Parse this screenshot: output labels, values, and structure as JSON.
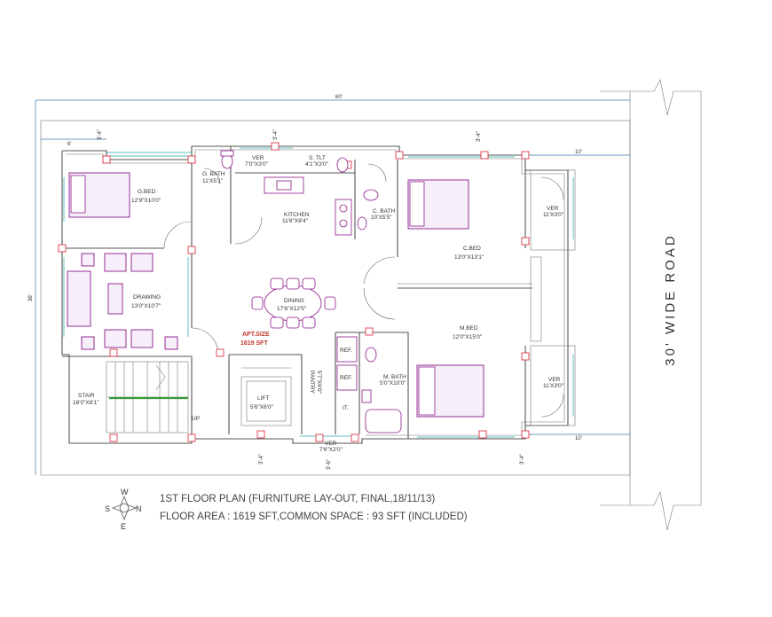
{
  "road_label": "30' WIDE ROAD",
  "dimensions": {
    "overall_width": "60'",
    "overall_depth": "36'",
    "top_left_offset": "6'",
    "right_top_offset": "10'",
    "right_bottom_offset": "10'",
    "setback_a": "3'-4\"",
    "setback_b": "3'-4\"",
    "setback_c": "3'-4\"",
    "setback_d": "3'-4\"",
    "setback_e": "3'-4\"",
    "setback_f": "3'-6\""
  },
  "rooms": {
    "gbed": {
      "name": "G.BED",
      "size": "12'9\"X10'0\""
    },
    "gbath": {
      "name": "G. BATH",
      "size": "11'X5'1\""
    },
    "ver_top": {
      "name": "VER",
      "size": "7'0\"X3'0\""
    },
    "tlt": {
      "name": "S. TLT",
      "size": "4'1\"X3'0\""
    },
    "kitchen": {
      "name": "KITCHEN",
      "size": "11'6\"X8'4\""
    },
    "cbath": {
      "name": "C. BATH",
      "size": "10'X5'5\""
    },
    "cbed": {
      "name": "C.BED",
      "size": "13'0\"X13'1\""
    },
    "ver_r1": {
      "name": "VER",
      "size": "11'X3'0\""
    },
    "drawing": {
      "name": "DRAWING",
      "size": "13'0\"X10'7\""
    },
    "dining": {
      "name": "DINING",
      "size": "17'6\"X12'5\""
    },
    "mbed": {
      "name": "M.BED",
      "size": "12'0\"X15'0\""
    },
    "ver_r2": {
      "name": "VER",
      "size": "11'X3'0\""
    },
    "mbath": {
      "name": "M. BATH",
      "size": "5'0\"X10'0\""
    },
    "pantry": {
      "name": "PANTRY",
      "size": "5'7\"X6'0\""
    },
    "stair": {
      "name": "STAIR",
      "size": "16'0\"X8'1\""
    },
    "lift": {
      "name": "LIFT",
      "size": "5'6\"X6'0\""
    },
    "ver_bottom": {
      "name": "VER",
      "size": "7'6\"X2'0\""
    }
  },
  "fixtures": {
    "ref1": "REF.",
    "ref2": "REF.",
    "it": "IT.",
    "up": "UP"
  },
  "apt": {
    "label": "APT.SIZE",
    "value": "1619 SFT"
  },
  "caption": {
    "line1": "1ST FLOOR PLAN (FURNITURE LAY-OUT, FINAL,18/11/13)",
    "line2": "FLOOR AREA : 1619 SFT,COMMON SPACE : 93 SFT (INCLUDED)"
  },
  "compass": {
    "n": "N",
    "s": "S",
    "e": "E",
    "w": "W"
  }
}
